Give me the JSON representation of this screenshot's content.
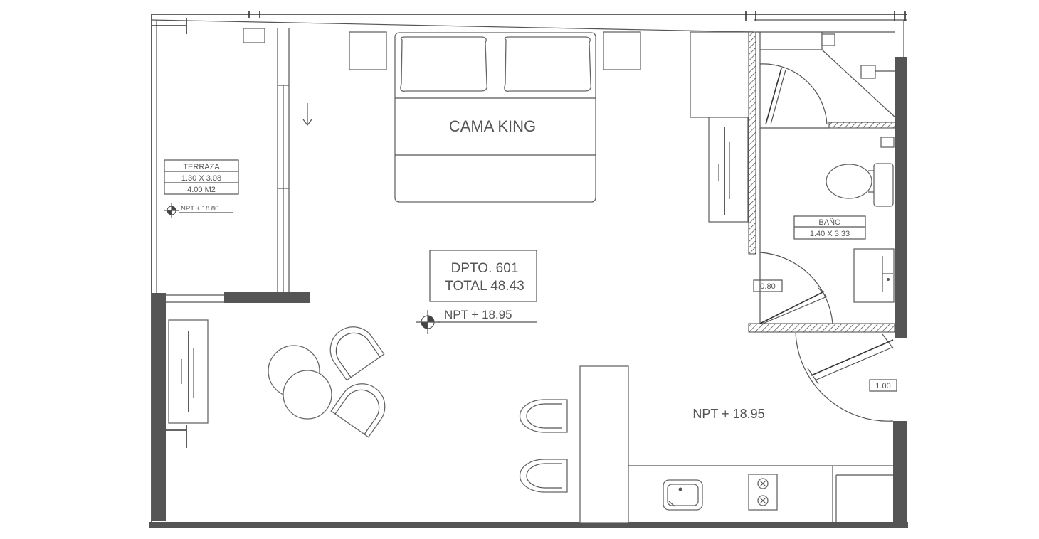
{
  "plan": {
    "bed_label": "CAMA KING",
    "unit": {
      "name": "DPTO. 601",
      "total": "TOTAL 48.43",
      "level": "NPT + 18.95"
    },
    "terrace": {
      "name": "TERRAZA",
      "dims": "1.30 X 3.08",
      "area": "4.00 M2",
      "level": "NPT + 18.80"
    },
    "bathroom": {
      "name": "BAÑO",
      "dims": "1.40 X 3.33"
    },
    "door_widths": [
      "0.80",
      "1.00"
    ],
    "kitchen_level": "NPT + 18.95"
  }
}
